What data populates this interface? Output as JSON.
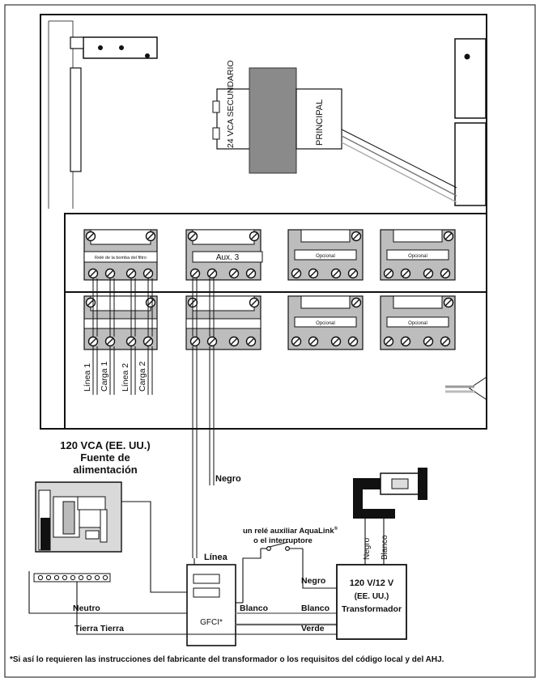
{
  "transformer": {
    "secondary": "24 VCA SECUNDARIO",
    "primary": "PRINCIPAL"
  },
  "relays_top": {
    "filter_pump": "Relé de la bomba del filtro",
    "aux3": "Aux. 3",
    "optional_1": "Opcional",
    "optional_2": "Opcional"
  },
  "relays_bottom": {
    "optional_3": "Opcional",
    "optional_4": "Opcional"
  },
  "terminals": {
    "line1": "Línea 1",
    "load1": "Carga 1",
    "line2": "Línea 2",
    "load2": "Carga 2"
  },
  "power_source": {
    "line1": "120 VCA (EE. UU.)",
    "line2": "Fuente de",
    "line3": "alimentación"
  },
  "wires": {
    "black_top": "Negro",
    "neutral": "Neutro",
    "ground": "Tierra Tierra",
    "black_switch": "Negro",
    "white_gfci": "Blanco",
    "white_trans": "Blanco",
    "green": "Verde",
    "light_black": "Negro",
    "light_white": "Blanco"
  },
  "switch_label": {
    "line1": "un relé auxiliar AquaLink",
    "reg": "®",
    "line2": "o el interruptore"
  },
  "gfci": {
    "line_label": "Línea",
    "label": "GFCI*"
  },
  "transformer_box": {
    "line1": "120 V/12 V",
    "line2": "(EE. UU.)",
    "line3": "Transformador"
  },
  "footnote": "*Si así lo requieren las instrucciones del fabricante del transformador o los requisitos del código local y del AHJ."
}
